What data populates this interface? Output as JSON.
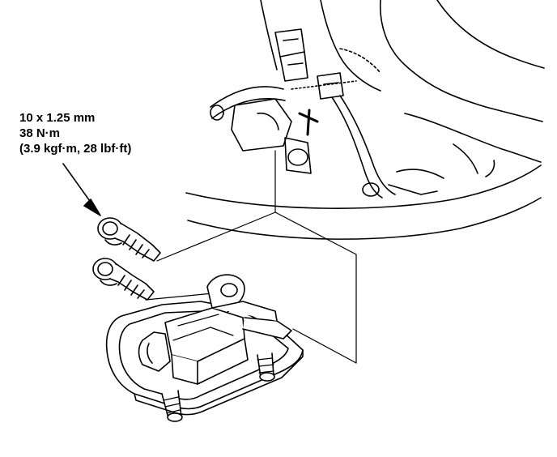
{
  "callout": {
    "size": "10 x 1.25 mm",
    "torque_nm": "38 N·m",
    "torque_alt": "(3.9 kgf·m, 28 lbf·ft)"
  },
  "colors": {
    "ink": "#000000",
    "paper": "#ffffff"
  }
}
